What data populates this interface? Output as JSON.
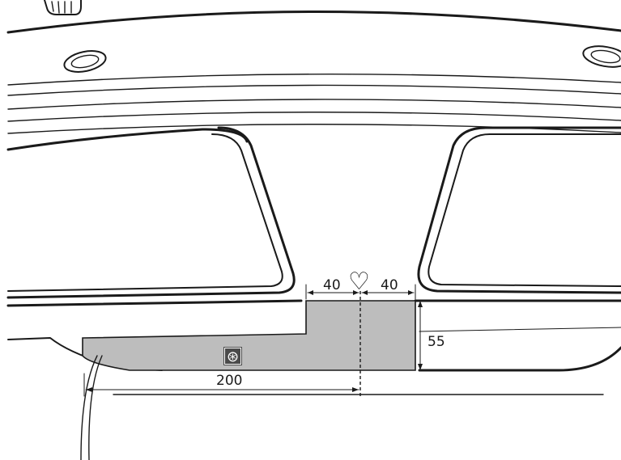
{
  "dimensions": {
    "left_width": "40",
    "right_width": "40",
    "height": "55",
    "offset": "200"
  },
  "symbols": {
    "center_mark": "♡",
    "marker_glyph": "⊛"
  },
  "icons": {
    "center_mark": "heart-icon",
    "marker": "asterisk-box-icon"
  },
  "colors": {
    "fill_area": "#bdbdbd",
    "line": "#1a1a1a",
    "marker_bg": "#4a4a4a"
  }
}
